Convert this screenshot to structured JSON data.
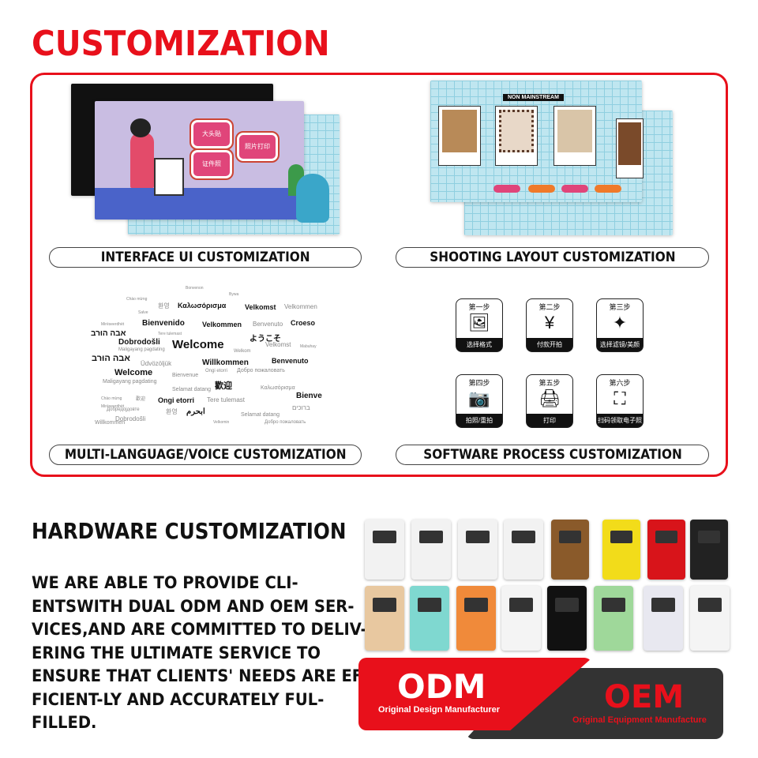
{
  "header": {
    "title": "CUSTOMIZATION"
  },
  "panel": {
    "cards": [
      {
        "label": "INTERFACE UI CUSTOMIZATION"
      },
      {
        "label": "SHOOTING LAYOUT CUSTOMIZATION"
      },
      {
        "label": "MULTI-LANGUAGE/VOICE CUSTOMIZATION"
      },
      {
        "label": "SOFTWARE PROCESS CUSTOMIZATION"
      }
    ],
    "ui_mock": {
      "button_1": "大头贴",
      "button_2": "照片打印",
      "button_3": "证件照"
    },
    "layout_mock": {
      "banner": "NON MAINSTREAM"
    },
    "languages": [
      "Bonvenon",
      "Bywa",
      "Chào mừng",
      "환영",
      "Καλωσόρισμα",
      "Velkomst",
      "Velkommen",
      "Salve",
      "Bienvenido",
      "Velkommen",
      "Benvenuto",
      "Croeso",
      "Mirëseerdhët",
      "אבה הוּרב",
      "Tere tulemast",
      "ようこそ",
      "Dobrodošli",
      "Welcome",
      "Velkomst",
      "Mabuhay",
      "Maligayang pagdating",
      "Welkom",
      "אבה הוּרב",
      "Üdvözöljük",
      "Willkommen",
      "Benvenuto",
      "Bienvenue",
      "Welcome",
      "Ongi etorri",
      "Добро пожаловать",
      "Maligayang pagdating",
      "歡迎",
      "Selamat datang",
      "Καλωσόρισμα",
      "Chào mừng",
      "歡迎",
      "Mirëseerdhët",
      "Bienve",
      "Ongi etorri",
      "Tere tulemast",
      "ברוכים",
      "Добредојдовте",
      "환영",
      "ابحرم",
      "Selamat datang",
      "Willkommen",
      "Velkomin",
      "Добро пожаловать",
      "Dobrodošli"
    ],
    "steps": [
      {
        "step": "第一步",
        "icon": "image-icon",
        "glyph": "🖼",
        "label": "选择格式"
      },
      {
        "step": "第二步",
        "icon": "yen-coin-icon",
        "glyph": "¥",
        "label": "付款开拍"
      },
      {
        "step": "第三步",
        "icon": "magic-wand-icon",
        "glyph": "✦",
        "label": "选择滤镜/美颜"
      },
      {
        "step": "第四步",
        "icon": "camera-icon",
        "glyph": "📷",
        "label": "拍照/重拍"
      },
      {
        "step": "第五步",
        "icon": "printer-icon",
        "glyph": "🖨",
        "label": "打印"
      },
      {
        "step": "第六步",
        "icon": "scan-icon",
        "glyph": "⛶",
        "label": "扫码领取电子照"
      }
    ]
  },
  "hardware": {
    "title": "HARDWARE CUSTOMIZATION",
    "description_lines": [
      "WE ARE ABLE TO PROVIDE CLI-",
      "ENTSWITH DUAL ODM AND OEM SER-",
      "VICES,AND ARE COMMITTED TO DELIV-",
      "ERING THE ULTIMATE SERVICE TO",
      "ENSURE THAT CLIENTS' NEEDS ARE EF-",
      "FICIENT-LY AND ACCURATELY FUL-",
      "FILLED."
    ],
    "odm": {
      "title": "ODM",
      "subtitle": "Original Design Manufacturer"
    },
    "oem": {
      "title": "OEM",
      "subtitle": "Original Equipment Manufacture"
    }
  },
  "colors": {
    "brand_red": "#e8101b",
    "dark": "#333333"
  }
}
